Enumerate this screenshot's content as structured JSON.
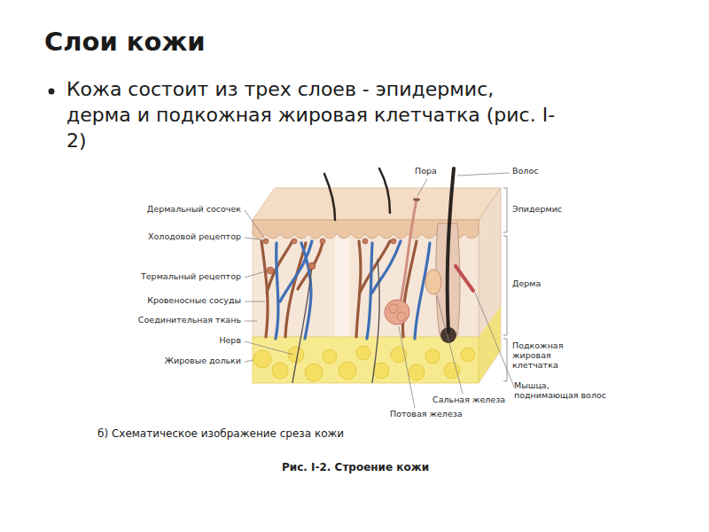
{
  "diagram": {
    "title": "Слои кожи",
    "caption": "Рис. I-2. Строение кожи",
    "labels": [
      "Кожа состоит из трех слоев - эпидермис, дерма и подкожная жировая клетчатка (рис. I-2)",
      "Дермальный сосочек",
      "Холодовой рецептор",
      "Термальный рецептор",
      "Кровеносные сосуды",
      "Соединительная ткань",
      "Нерв",
      "Жировые дольки",
      "Пора",
      "Волос",
      "Эпидермис",
      "Дерма",
      "Подкожная жировая клетчатка",
      "Мышца, поднимающая волос",
      "Сальная железа",
      "Потовая железа",
      "б) Схематическое изображение среза кожи"
    ]
  }
}
